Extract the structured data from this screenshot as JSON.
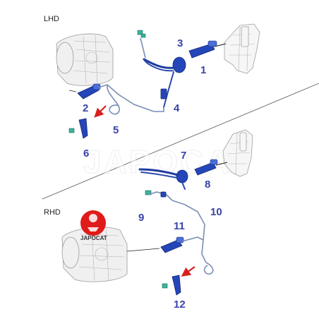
{
  "regions": {
    "lhd_label": "LHD",
    "rhd_label": "RHD"
  },
  "parts": [
    {
      "number": "1"
    },
    {
      "number": "2"
    },
    {
      "number": "3"
    },
    {
      "number": "4"
    },
    {
      "number": "5"
    },
    {
      "number": "6"
    },
    {
      "number": "7"
    },
    {
      "number": "8"
    },
    {
      "number": "9"
    },
    {
      "number": "10"
    },
    {
      "number": "11"
    },
    {
      "number": "12"
    }
  ],
  "watermark": {
    "text": "JAPOCAT"
  },
  "logo": {
    "text": "JAPOCAT",
    "color": "#e01b1b"
  },
  "colors": {
    "part_blue": "#2446b8",
    "number_blue": "#3a43a8",
    "arrow_red": "#d91e1e",
    "clip_teal": "#3bb39a"
  }
}
